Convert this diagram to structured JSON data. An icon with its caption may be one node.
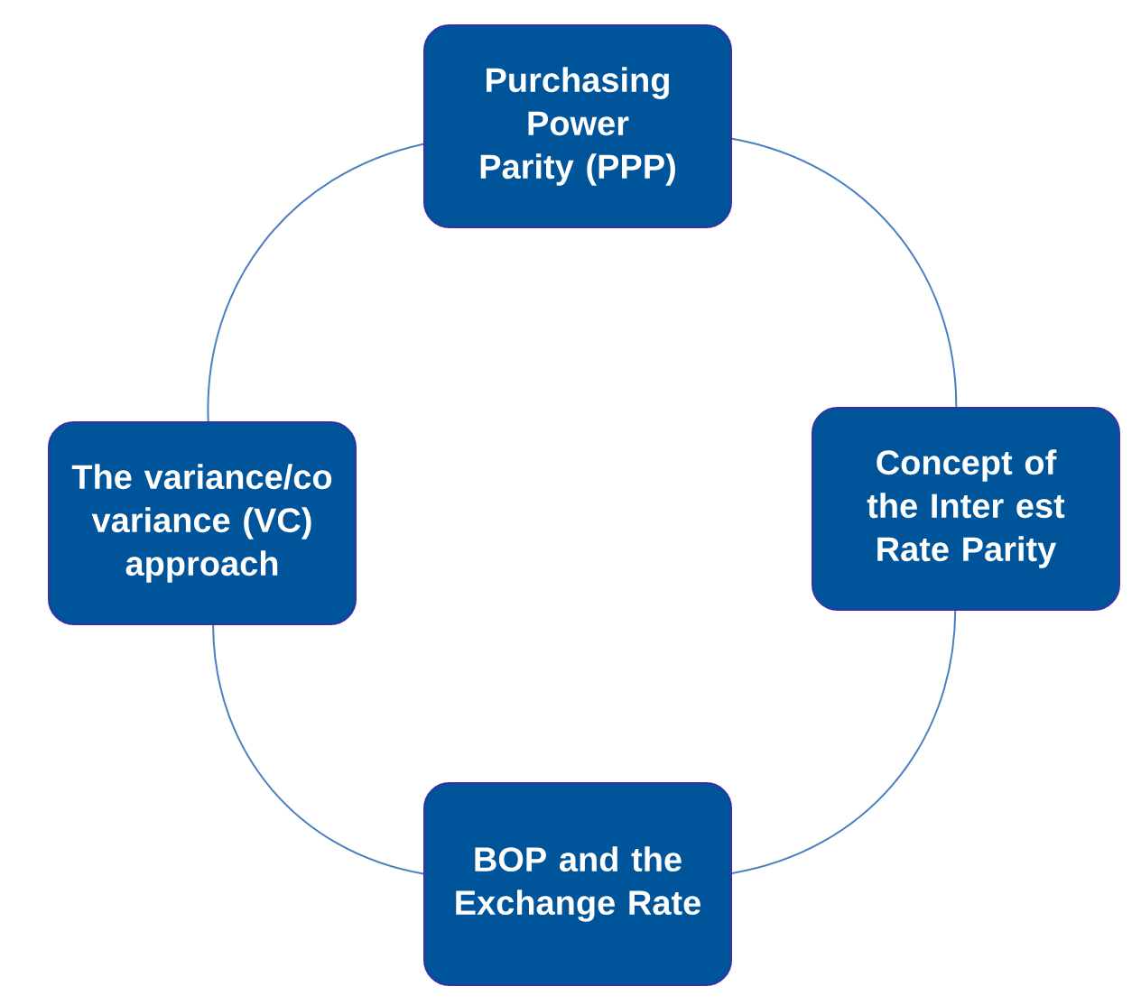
{
  "diagram": {
    "nodes": [
      {
        "text": [
          "Purchasing Power Parity (PPP)"
        ]
      },
      {
        "text": [
          "The variance/co variance (VC) approach"
        ]
      },
      {
        "text": [
          "Concept of the Inter est Rate Parity"
        ]
      },
      {
        "text": [
          "BOP and the Exchange Rate"
        ]
      }
    ],
    "edges": [
      {
        "from": 0,
        "to": 2,
        "arrow": "none"
      },
      {
        "from": 2,
        "to": 3,
        "arrow": "none"
      },
      {
        "from": 3,
        "to": 1,
        "arrow": "none"
      },
      {
        "from": 1,
        "to": 0,
        "arrow": "none"
      }
    ]
  }
}
